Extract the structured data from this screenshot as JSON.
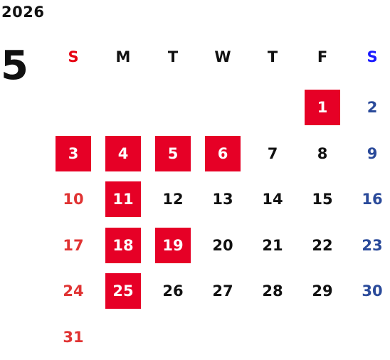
{
  "calendar": {
    "year": "2026",
    "month": "5",
    "weekdays": [
      {
        "label": "S",
        "kind": "sun"
      },
      {
        "label": "M",
        "kind": "weekday"
      },
      {
        "label": "T",
        "kind": "weekday"
      },
      {
        "label": "W",
        "kind": "weekday"
      },
      {
        "label": "T",
        "kind": "weekday"
      },
      {
        "label": "F",
        "kind": "weekday"
      },
      {
        "label": "S",
        "kind": "sat"
      }
    ],
    "first_weekday_index": 5,
    "days_in_month": 31,
    "highlighted_days": [
      1,
      3,
      4,
      5,
      6,
      11,
      18,
      19,
      25
    ],
    "colors": {
      "highlight_bg": "#e60026",
      "highlight_text": "#ffffff",
      "sunday_header": "#e60012",
      "saturday_header": "#1a1aff",
      "sunday_date": "#e03333",
      "saturday_date": "#2a4a9a",
      "weekday_text": "#111111"
    }
  }
}
